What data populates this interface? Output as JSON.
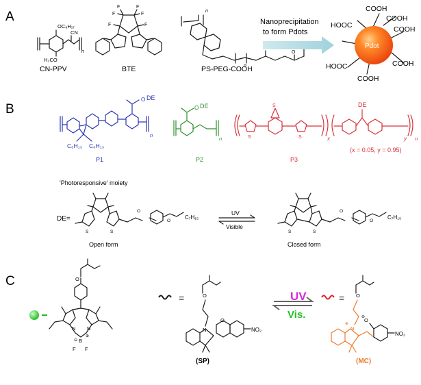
{
  "panels": {
    "A": {
      "letter": "A",
      "labels": {
        "cnppv": "CN-PPV",
        "bte": "BTE",
        "pspeg": "PS-PEG-COOH"
      },
      "atoms": {
        "oc8": "OC₈H₁₇",
        "cn": "CN",
        "h3co": "H₃CO",
        "n": "n",
        "f": "F",
        "oh": "OH",
        "o": "O"
      },
      "arrow_text_1": "Nanoprecipitation",
      "arrow_text_2": "to form Pdots",
      "pdot_label": "Pdot",
      "cooh": "COOH",
      "hooc": "HOOC"
    },
    "B": {
      "letter": "B",
      "labels": {
        "p1": "P1",
        "p2": "P2",
        "p3": "P3"
      },
      "atoms": {
        "de": "DE",
        "c6h13": "C₆H₁₃",
        "n": "n",
        "x": "x",
        "y": "y",
        "s": "S",
        "o": "O"
      },
      "p3_ratio": "(x = 0.05, y = 0.95)",
      "moiety_title": "'Photoresponsive' moiety",
      "de_eq": "DE=",
      "uv": "UV",
      "visible": "Visible",
      "open_form": "Open form",
      "closed_form": "Closed form",
      "c7h15": "C₇H₁₅"
    },
    "C": {
      "letter": "C",
      "uv": "UV",
      "vis": "Vis.",
      "sp": "(SP)",
      "mc": "(MC)",
      "eq": "=",
      "atoms": {
        "n": "N",
        "b": "B",
        "f": "F",
        "o": "O",
        "no2": "NO₂",
        "minus": "⊖",
        "plus": "⊕"
      }
    }
  },
  "colors": {
    "p1": "#2b35b0",
    "p2": "#2f8f2f",
    "p3": "#d9303a",
    "uv": "#d92bd9",
    "vis": "#22c222",
    "mc": "#f07a2a",
    "pdot": "#f05a10",
    "arrow": "#a9d8e0"
  }
}
